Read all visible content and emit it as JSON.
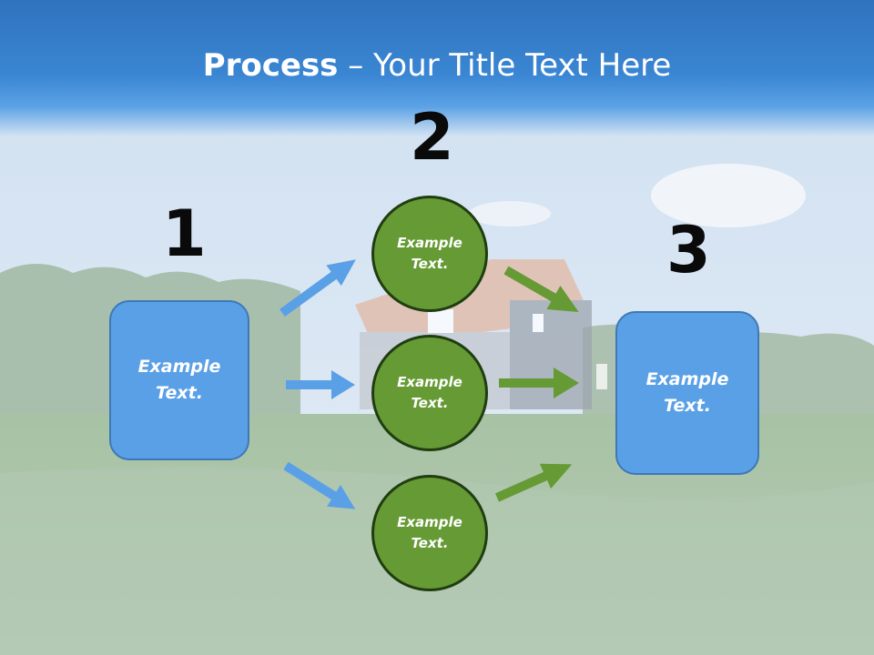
{
  "slide": {
    "title_bold": "Process",
    "title_rest": " – Your Title Text Here"
  },
  "steps": {
    "one": {
      "number": "1",
      "text": "Example\nText."
    },
    "two": {
      "number": "2"
    },
    "three": {
      "number": "3",
      "text": "Example\nText."
    }
  },
  "circles": [
    {
      "text": "Example\nText."
    },
    {
      "text": "Example\nText."
    },
    {
      "text": "Example\nText."
    }
  ],
  "colors": {
    "title_bar": "#3a86d3",
    "box_fill": "#5aa0e6",
    "circle_fill": "#659a34",
    "blue_arrow": "#5aa0e6",
    "green_arrow": "#659a34"
  }
}
